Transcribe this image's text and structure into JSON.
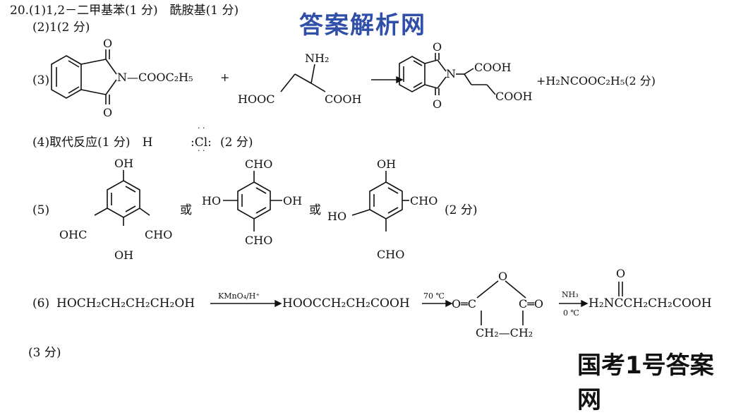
{
  "watermark_top": "答案解析网",
  "watermark_bottom": "国考1号答案网",
  "q1": "20.(1)1,2－二甲基苯(1 分)　酰胺基(1 分)",
  "q2": "(2)1(2 分)",
  "q3": {
    "label": "(3)",
    "reagent1_group": "N—COOC₂H₅",
    "plus": "+",
    "amino": "NH₂",
    "acid_left": "HOOC",
    "acid_right": "COOH",
    "product_cooh_top": "COOH",
    "product_cooh_bottom": "COOH",
    "byproduct": "+H₂NCOOC₂H₅(2 分)",
    "ring_o_top": "O",
    "ring_o_bottom": "O",
    "ring_n": "N"
  },
  "q4": {
    "text": "(4)取代反应(1 分)　H",
    "cl": ":Cl:",
    "score": "(2 分)"
  },
  "q5": {
    "label": "(5)",
    "or1": "或",
    "or2": "或",
    "score": "(2 分)",
    "s1": {
      "top": "OH",
      "left": "OHC",
      "right": "CHO",
      "bottom": "OH"
    },
    "s2": {
      "top": "CHO",
      "left": "HO",
      "right": "OH",
      "bottom": "CHO"
    },
    "s3": {
      "top": "OH",
      "left": "HO",
      "right": "CHO",
      "bottom": "CHO"
    }
  },
  "q6": {
    "label": "(6)",
    "start": "HOCH₂CH₂CH₂CH₂OH",
    "cond1": "KMnO₄/H⁺",
    "mid": "HOOCCH₂CH₂COOH",
    "cond2": "70 ℃",
    "anhydride_o": "O",
    "anhydride_left": "O═C",
    "anhydride_right": "C═O",
    "anhydride_bottom": "CH₂—CH₂",
    "cond3_top": "NH₃",
    "cond3_bottom": "0 ℃",
    "product_o": "O",
    "product": "H₂NCCH₂CH₂COOH",
    "score": "(3 分)"
  }
}
